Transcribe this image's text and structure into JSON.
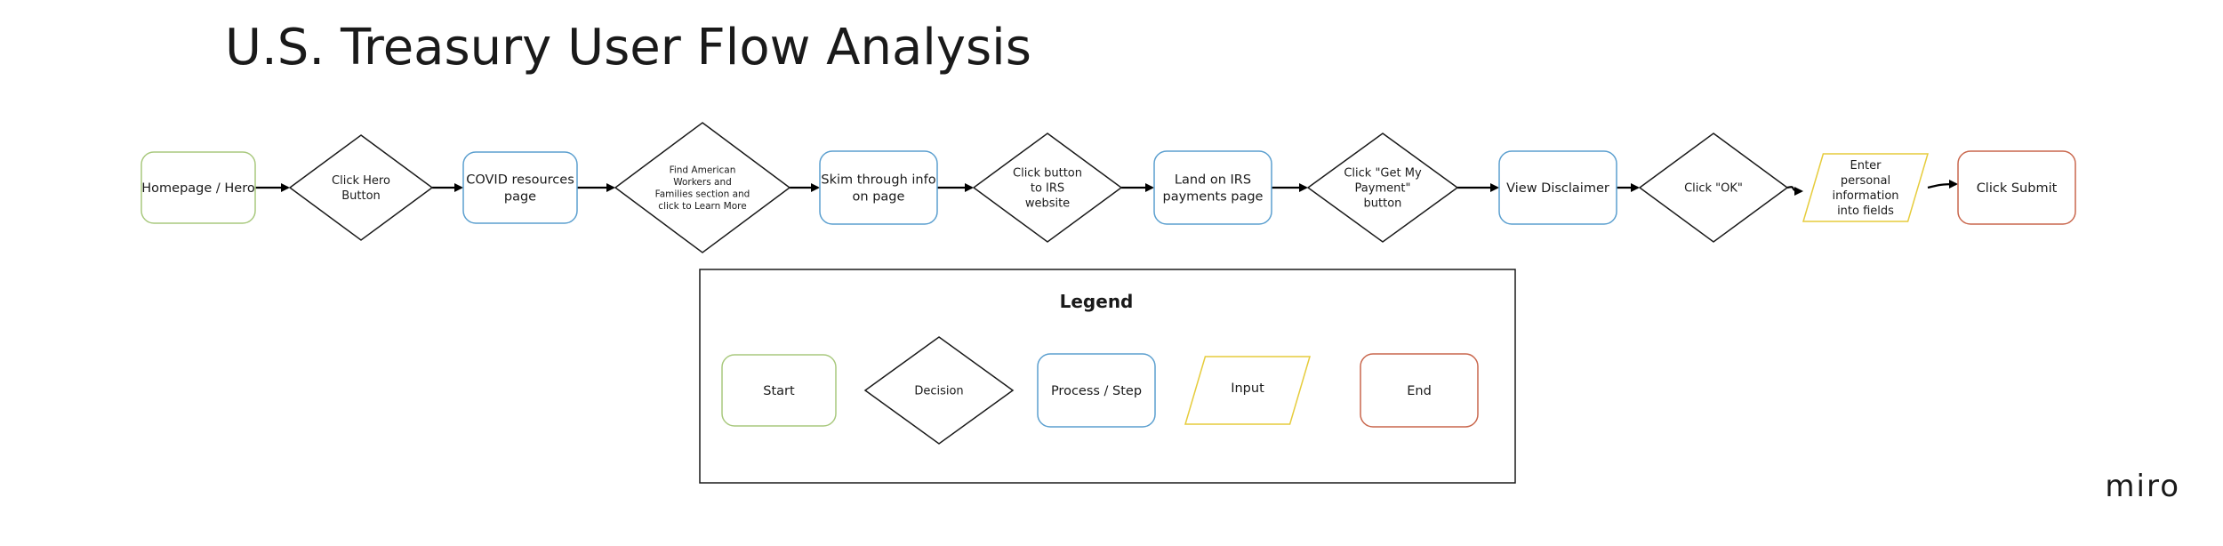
{
  "title": "U.S. Treasury User Flow Analysis",
  "watermark": "miro",
  "colors": {
    "start": "#a9c97e",
    "decision": "#1a1a1a",
    "process": "#5b9fcf",
    "input": "#e6cc3c",
    "end": "#c9674d",
    "arrow": "#000000",
    "text": "#1a1a1a",
    "watermark": "#c9ccd1"
  },
  "flow": {
    "nodes": [
      {
        "id": "homepage",
        "type": "start",
        "lines": [
          "Homepage / Hero"
        ]
      },
      {
        "id": "click-hero",
        "type": "decision",
        "lines": [
          "Click Hero",
          "Button"
        ]
      },
      {
        "id": "covid-resources",
        "type": "process",
        "lines": [
          "COVID resources",
          "page"
        ]
      },
      {
        "id": "find-american",
        "type": "decision",
        "lines": [
          "Find American",
          "Workers and",
          "Families section and",
          "click to Learn More"
        ]
      },
      {
        "id": "skim-info",
        "type": "process",
        "lines": [
          "Skim through info",
          "on page"
        ]
      },
      {
        "id": "click-irs",
        "type": "decision",
        "lines": [
          "Click button",
          "to IRS",
          "website"
        ]
      },
      {
        "id": "land-irs",
        "type": "process",
        "lines": [
          "Land on IRS",
          "payments page"
        ]
      },
      {
        "id": "get-my-payment",
        "type": "decision",
        "lines": [
          "Click \"Get My",
          "Payment\"",
          "button"
        ]
      },
      {
        "id": "view-disclaimer",
        "type": "process",
        "lines": [
          "View Disclaimer"
        ]
      },
      {
        "id": "click-ok",
        "type": "decision",
        "lines": [
          "Click \"OK\""
        ]
      },
      {
        "id": "enter-info",
        "type": "input",
        "lines": [
          "Enter",
          "personal",
          "information",
          "into fields"
        ]
      },
      {
        "id": "click-submit",
        "type": "end",
        "lines": [
          "Click Submit"
        ]
      }
    ]
  },
  "legend": {
    "title": "Legend",
    "items": [
      {
        "id": "start",
        "type": "start",
        "label": "Start"
      },
      {
        "id": "decision",
        "type": "decision",
        "label": "Decision"
      },
      {
        "id": "process",
        "type": "process",
        "label": "Process / Step"
      },
      {
        "id": "input",
        "type": "input",
        "label": "Input"
      },
      {
        "id": "end",
        "type": "end",
        "label": "End"
      }
    ]
  }
}
